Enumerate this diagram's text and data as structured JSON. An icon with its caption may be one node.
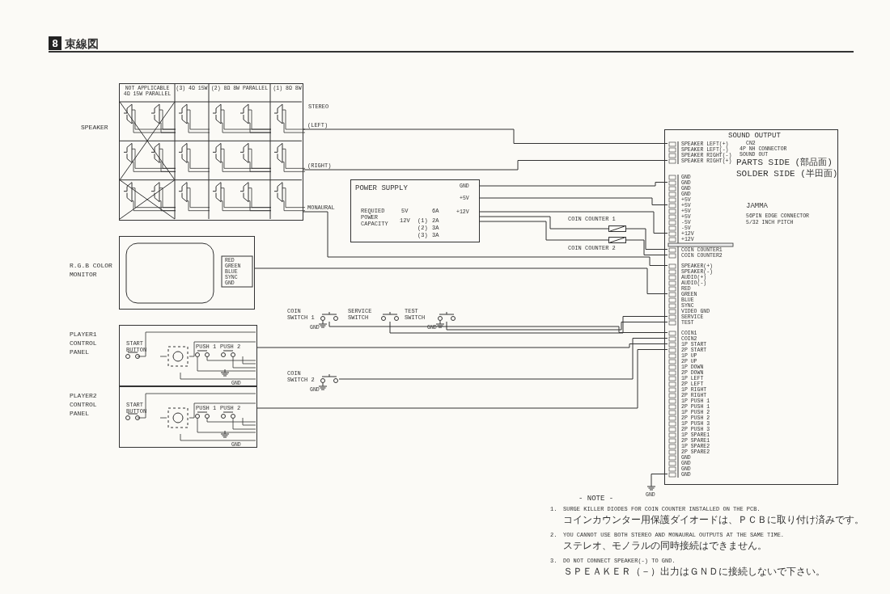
{
  "diagram": {
    "title": "束線図",
    "nodes": [
      {
        "text": [
          "NOT APPLICABLE 4Ω 15W PARALLEL",
          "(3) 4Ω 15W",
          "(2) 8Ω 8W PARALLEL",
          "(1) 8Ω 8W"
        ],
        "beside": [
          "SPEAKER",
          "STEREO"
        ]
      },
      {
        "text": [
          "RED",
          "GREEN",
          "BLUE",
          "SYNC",
          "GND"
        ],
        "beside": [
          "R.G.B COLOR MONITOR"
        ]
      },
      {
        "text": [
          "POWER SUPPLY",
          "REQUIED POWER CAPACITY",
          "5V",
          "6A",
          "12V",
          "(1)",
          "2A",
          "(2)",
          "3A",
          "(3)",
          "3A",
          "GND",
          "+5V",
          "+12V"
        ]
      },
      {
        "text": [],
        "shape": "box",
        "beside": [
          "COIN COUNTER 1"
        ]
      },
      {
        "text": [],
        "shape": "box",
        "beside": [
          "COIN COUNTER 2"
        ]
      },
      {
        "text": [],
        "shape": "switch",
        "beside": [
          "COIN SWITCH 1",
          "GND"
        ]
      },
      {
        "text": [],
        "shape": "switch",
        "beside": [
          "SERVICE SWITCH"
        ]
      },
      {
        "text": [],
        "shape": "switch",
        "beside": [
          "TEST SWITCH",
          "GND"
        ]
      },
      {
        "text": [],
        "shape": "switch",
        "beside": [
          "COIN SWITCH 2",
          "GND"
        ]
      },
      {
        "text": [
          "START BUTTON",
          "PUSH 1",
          "PUSH 2",
          "GND"
        ],
        "beside": [
          "PLAYER1 CONTROL PANEL"
        ]
      },
      {
        "text": [
          "START BUTTON",
          "PUSH 1",
          "PUSH 2",
          "GND"
        ],
        "beside": [
          "PLAYER2 CONTROL PANEL"
        ]
      },
      {
        "text": [
          "SOUND OUTPUT",
          "CN2",
          "4P NH CONNECTOR",
          "SOUND OUT",
          "PARTS SIDE (部品面)",
          "SOLDER SIDE (半田面)",
          "JAMMA",
          "56PIN EDGE CONNECTOR",
          "5/32 INCH PITCH"
        ]
      },
      {
        "text": [
          "SPEAKER LEFT(+)",
          "SPEAKER LEFT(-)",
          "SPEAKER RIGHT(-)",
          "SPEAKER RIGHT(+)"
        ],
        "in": 11
      },
      {
        "text": [
          "GND",
          "GND",
          "GND",
          "GND",
          "+5V",
          "+5V",
          "+5V",
          "+5V",
          "-5V",
          "-5V",
          "+12V",
          "+12V",
          "COIN COUNTER1",
          "COIN COUNTER2",
          "SPEAKER(+)",
          "SPEAKER(-)",
          "AUDIO(+)",
          "AUDIO(-)",
          "RED",
          "GREEN",
          "BLUE",
          "SYNC",
          "VIDEO GND",
          "SERVICE",
          "TEST",
          "COIN1",
          "COIN2",
          "1P START",
          "2P START",
          "1P UP",
          "2P UP",
          "1P DOWN",
          "2P DOWN",
          "1P LEFT",
          "2P LEFT",
          "1P RIGHT",
          "2P RIGHT",
          "1P PUSH 1",
          "2P PUSH 1",
          "1P PUSH 2",
          "2P PUSH 2",
          "1P PUSH 3",
          "2P PUSH 3",
          "1P SPARE1",
          "2P SPARE1",
          "1P SPARE2",
          "2P SPARE2",
          "GND",
          "GND",
          "GND",
          "GND"
        ],
        "in": 11
      }
    ],
    "edges": [
      {
        "from": 0,
        "to": 12,
        "arrow": "none",
        "label": "(LEFT)"
      },
      {
        "from": 0,
        "to": 12,
        "arrow": "none",
        "label": "(RIGHT)"
      },
      {
        "from": 0,
        "to": 13,
        "arrow": "none",
        "label": "MONAURAL"
      },
      {
        "from": 2,
        "to": 13,
        "arrow": "none"
      },
      {
        "from": 2,
        "to": 13,
        "arrow": "none"
      },
      {
        "from": 2,
        "to": 13,
        "arrow": "none"
      },
      {
        "from": 2,
        "to": 3,
        "arrow": "none"
      },
      {
        "from": 2,
        "to": 4,
        "arrow": "none"
      },
      {
        "from": 3,
        "to": 13,
        "arrow": "none"
      },
      {
        "from": 4,
        "to": 13,
        "arrow": "none"
      },
      {
        "from": 1,
        "to": 13,
        "arrow": "none"
      },
      {
        "from": 5,
        "to": 13,
        "arrow": "none"
      },
      {
        "from": 6,
        "to": 13,
        "arrow": "none"
      },
      {
        "from": 7,
        "to": 13,
        "arrow": "none"
      },
      {
        "from": 8,
        "to": 13,
        "arrow": "none"
      },
      {
        "from": 9,
        "to": 13,
        "arrow": "none"
      },
      {
        "from": 10,
        "to": 13,
        "arrow": "none"
      }
    ],
    "labels": [
      "8",
      "GND",
      "- NOTE -",
      "1.",
      "SURGE KILLER DIODES FOR COIN COUNTER INSTALLED ON THE PCB.",
      "コインカウンター用保護ダイオードは、ＰＣＢに取り付け済みです。",
      "2.",
      "YOU CANNOT USE BOTH STEREO AND MONAURAL OUTPUTS AT THE SAME TIME.",
      "ステレオ、モノラルの同時接続はできません。",
      "3.",
      "DO NOT CONNECT SPEAKER(-) TO GND.",
      "ＳＰＥＡＫＥＲ（－）出力はＧＮＤに接続しないで下さい。"
    ]
  }
}
